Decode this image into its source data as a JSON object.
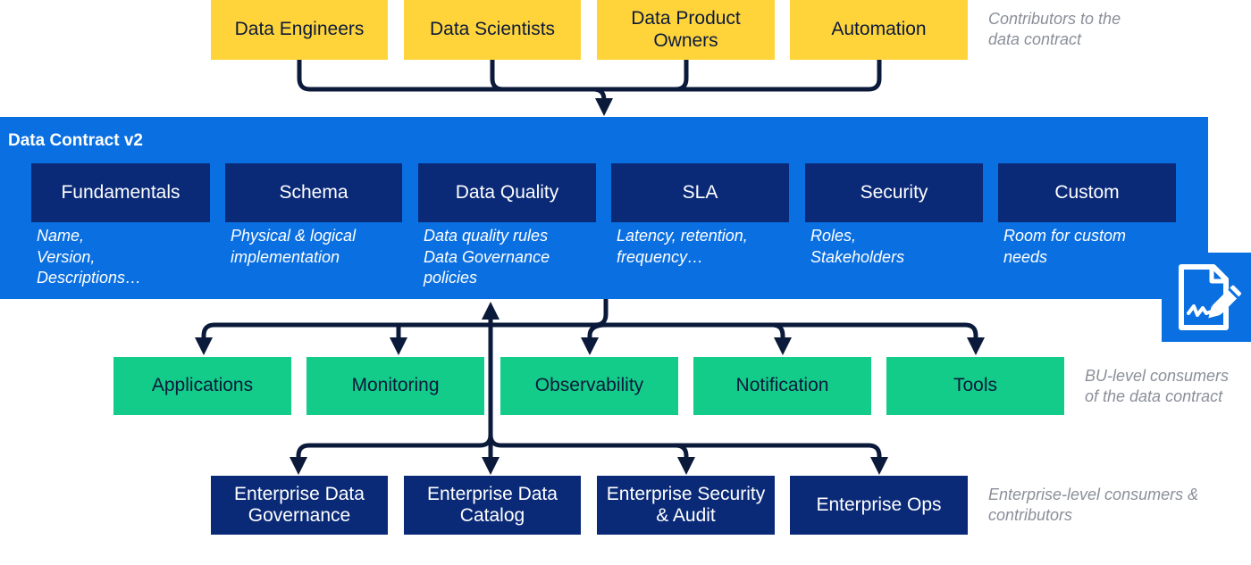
{
  "contributors": [
    {
      "label": "Data Engineers"
    },
    {
      "label": "Data Scientists"
    },
    {
      "label": "Data Product\nOwners"
    },
    {
      "label": "Automation"
    }
  ],
  "contributors_note": "Contributors to the\ndata contract",
  "contract": {
    "title": "Data Contract v2",
    "sections": [
      {
        "label": "Fundamentals",
        "desc": "Name,\nVersion,\nDescriptions…"
      },
      {
        "label": "Schema",
        "desc": "Physical & logical\nimplementation"
      },
      {
        "label": "Data Quality",
        "desc": "Data quality rules\nData Governance\npolicies"
      },
      {
        "label": "SLA",
        "desc": "Latency, retention,\nfrequency…"
      },
      {
        "label": "Security",
        "desc": "Roles,\nStakeholders"
      },
      {
        "label": "Custom",
        "desc": "Room for custom\nneeds"
      }
    ]
  },
  "bu_consumers": [
    {
      "label": "Applications"
    },
    {
      "label": "Monitoring"
    },
    {
      "label": "Observability"
    },
    {
      "label": "Notification"
    },
    {
      "label": "Tools"
    }
  ],
  "bu_note": "BU-level consumers\nof the data contract",
  "enterprise": [
    {
      "label": "Enterprise Data\nGovernance"
    },
    {
      "label": "Enterprise Data\nCatalog"
    },
    {
      "label": "Enterprise Security\n& Audit"
    },
    {
      "label": "Enterprise Ops"
    }
  ],
  "enterprise_note": "Enterprise-level consumers &\ncontributors",
  "colors": {
    "contributor": "#FFD43B",
    "contract": "#0A6FE0",
    "section": "#0A2A78",
    "bu_consumer": "#14CC8A",
    "enterprise": "#0A2A78",
    "connector": "#0B1A3A"
  },
  "icons": {
    "badge": "signed-document-pencil-icon"
  }
}
